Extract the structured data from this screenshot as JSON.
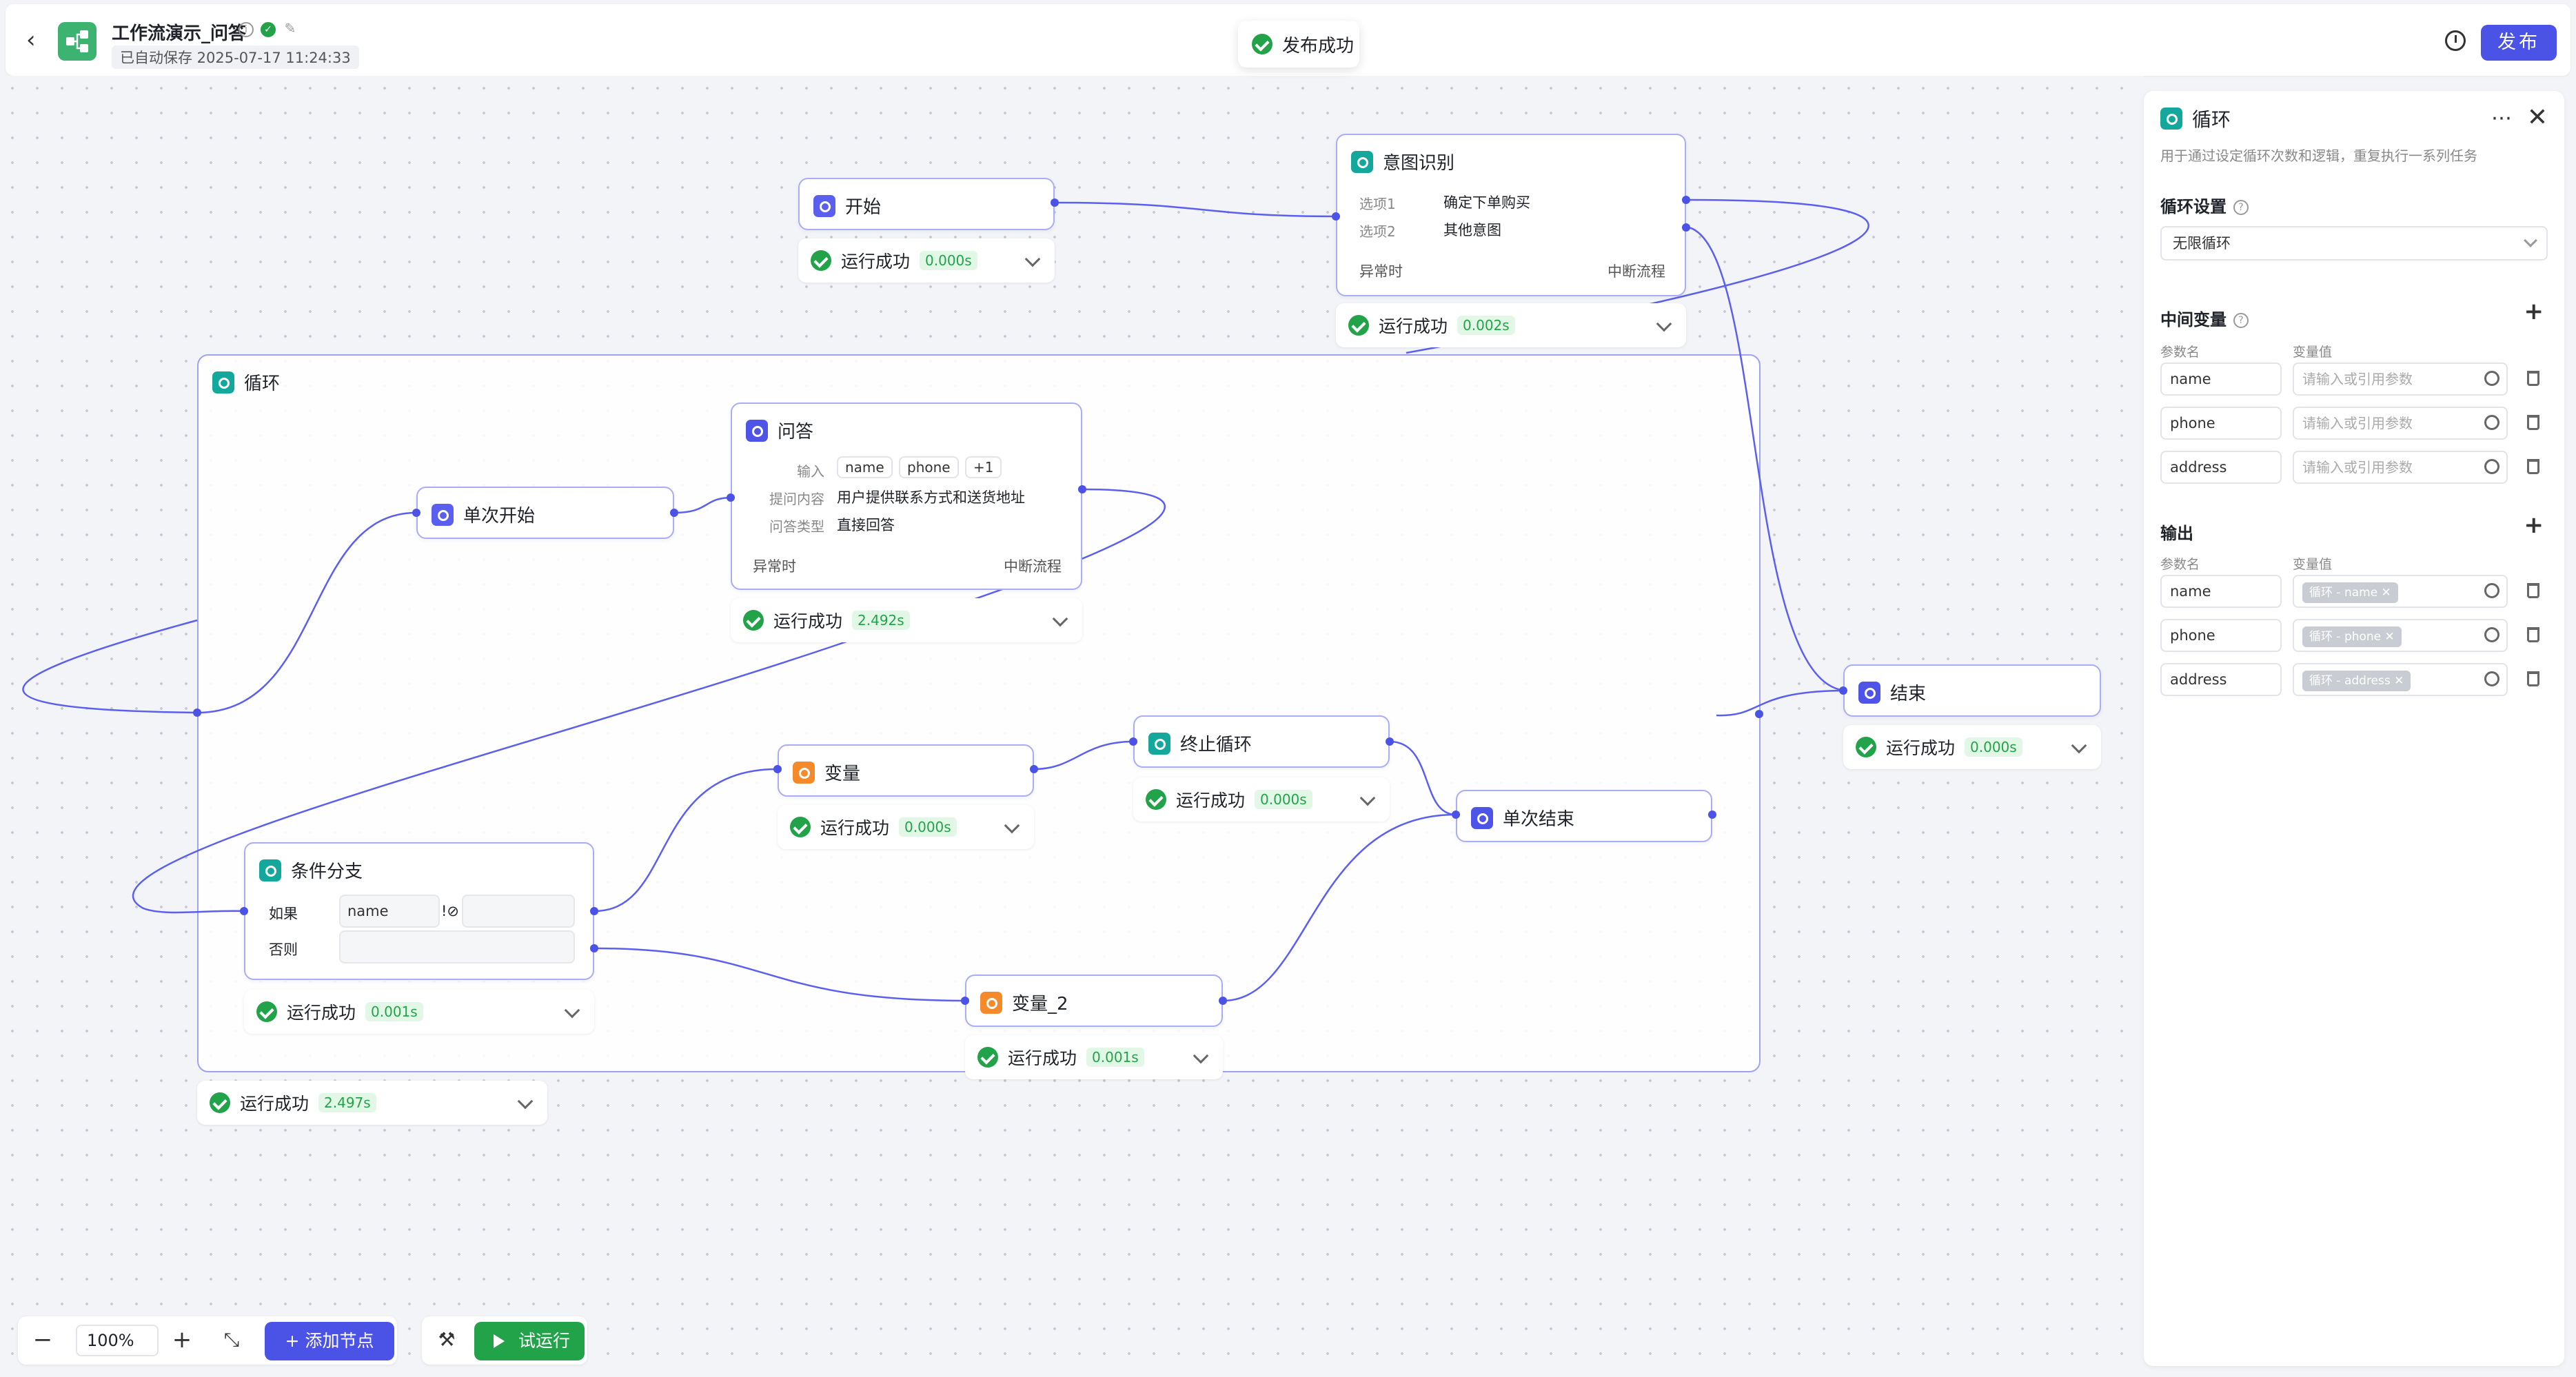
{
  "header": {
    "title": "工作流演示_问答",
    "autosave": "已自动保存 2025-07-17 11:24:33",
    "publish_label": "发布"
  },
  "toast": {
    "message": "发布成功"
  },
  "status_text": "运行成功",
  "nodes": {
    "start": {
      "title": "开始",
      "duration": "0.000s"
    },
    "intent": {
      "title": "意图识别",
      "opt1_label": "选项1",
      "opt1_value": "确定下单购买",
      "opt2_label": "选项2",
      "opt2_value": "其他意图",
      "exception": "异常时",
      "exception_action": "中断流程",
      "duration": "0.002s"
    },
    "loop": {
      "title": "循环",
      "duration": "2.497s"
    },
    "single_start": {
      "title": "单次开始"
    },
    "qa": {
      "title": "问答",
      "input_label": "输入",
      "input_chips": [
        "name",
        "phone",
        "+1"
      ],
      "question_label": "提问内容",
      "question_value": "用户提供联系方式和送货地址",
      "type_label": "问答类型",
      "type_value": "直接回答",
      "exception": "异常时",
      "exception_action": "中断流程",
      "duration": "2.492s"
    },
    "variable": {
      "title": "变量",
      "duration": "0.000s"
    },
    "stop_loop": {
      "title": "终止循环",
      "duration": "0.000s"
    },
    "single_end": {
      "title": "单次结束"
    },
    "condition": {
      "title": "条件分支",
      "if_label": "如果",
      "if_field": "name",
      "op": "!⊘",
      "else_label": "否则",
      "duration": "0.001s"
    },
    "variable2": {
      "title": "变量_2",
      "duration": "0.001s"
    },
    "end": {
      "title": "结束",
      "duration": "0.000s"
    }
  },
  "panel": {
    "title": "循环",
    "description": "用于通过设定循环次数和逻辑，重复执行一系列任务",
    "loop_settings_label": "循环设置",
    "loop_mode": "无限循环",
    "mid_vars_label": "中间变量",
    "col_param": "参数名",
    "col_value": "变量值",
    "placeholder": "请输入或引用参数",
    "mid_vars": [
      "name",
      "phone",
      "address"
    ],
    "output_label": "输出",
    "outputs": [
      {
        "name": "name",
        "ref": "循环 - name"
      },
      {
        "name": "phone",
        "ref": "循环 - phone"
      },
      {
        "name": "address",
        "ref": "循环 - address"
      }
    ]
  },
  "toolbar": {
    "zoom": "100%",
    "add_node": "添加节点",
    "test_run": "试运行"
  }
}
